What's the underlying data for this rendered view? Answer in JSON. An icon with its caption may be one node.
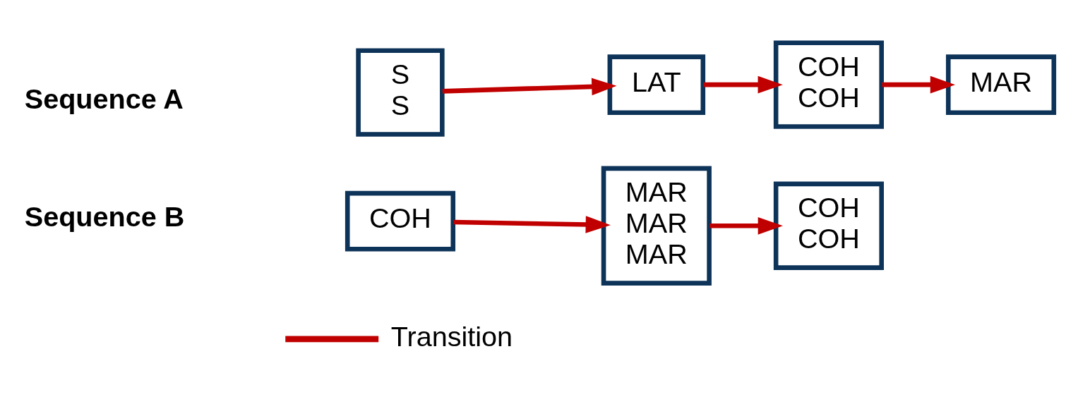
{
  "diagram": {
    "nodes": [
      {
        "text": [
          "S",
          "S"
        ]
      },
      {
        "text": [
          "LAT"
        ]
      },
      {
        "text": [
          "COH",
          "COH"
        ]
      },
      {
        "text": [
          "MAR"
        ]
      },
      {
        "text": [
          "COH"
        ]
      },
      {
        "text": [
          "MAR",
          "MAR",
          "MAR"
        ]
      },
      {
        "text": [
          "COH",
          "COH"
        ]
      }
    ],
    "edges": [
      {
        "from": 0,
        "to": 1,
        "arrow": "to"
      },
      {
        "from": 1,
        "to": 2,
        "arrow": "to"
      },
      {
        "from": 2,
        "to": 3,
        "arrow": "to"
      },
      {
        "from": 4,
        "to": 5,
        "arrow": "to"
      },
      {
        "from": 5,
        "to": 6,
        "arrow": "to"
      }
    ],
    "labels": [
      "Sequence A",
      "Sequence B"
    ],
    "legend": [
      {
        "text": "Transition"
      }
    ]
  }
}
